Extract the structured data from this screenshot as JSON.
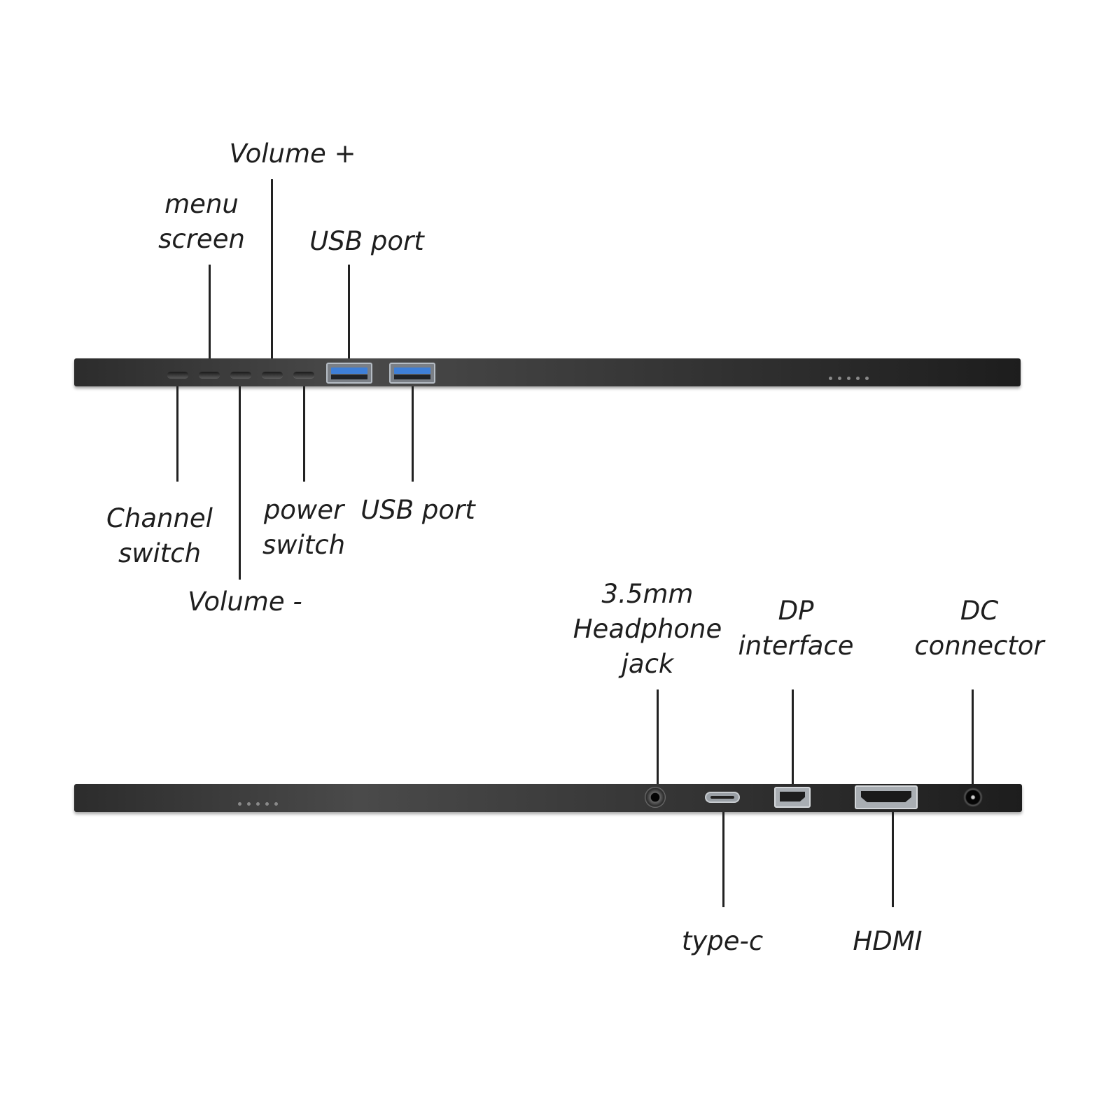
{
  "top_panel": {
    "labels": {
      "volume_up": [
        "Volume +"
      ],
      "menu_screen": [
        "menu",
        "screen"
      ],
      "usb_port_upper": [
        "USB port"
      ],
      "channel_switch": [
        "Channel",
        "switch"
      ],
      "power_switch": [
        "power",
        "switch"
      ],
      "usb_port_lower": [
        "USB port"
      ],
      "volume_down": [
        "Volume -"
      ]
    }
  },
  "bottom_panel": {
    "labels": {
      "headphone_jack": [
        "3.5mm",
        "Headphone",
        "jack"
      ],
      "dp_interface": [
        "DP",
        "interface"
      ],
      "dc_connector": [
        "DC",
        "connector"
      ],
      "type_c": [
        "type-c"
      ],
      "hdmi": [
        "HDMI"
      ]
    }
  },
  "colors": {
    "panel": "#2c2c2c",
    "usb_tongue": "#3e7fd8",
    "leader_line": "#222222",
    "label_text": "#1e1e1e"
  },
  "icons": {
    "top": [
      "button",
      "button",
      "button",
      "button",
      "button",
      "usb-a-port",
      "usb-a-port",
      "vent"
    ],
    "bottom": [
      "vent",
      "headphone-jack",
      "usb-c-port",
      "displayport",
      "hdmi-port",
      "dc-jack"
    ]
  }
}
